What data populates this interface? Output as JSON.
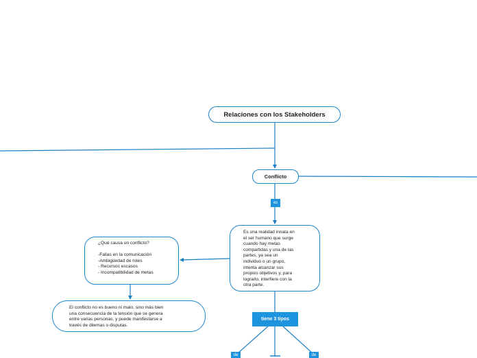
{
  "map": {
    "root": "Relaciones con los Stakeholders",
    "conflicto": "Conflicto",
    "es_label": "es",
    "definition": "Es una realidad innata en\nel ser humano que surge\ncuando hay metas\ncompartidas y una de las\npartes, ya sea un\nindividuo o un grupo,\nintenta alcanzar sus\npropios objetivos y, para\nlograrlo, interfiere con la\notra parte.",
    "causes": "¿Qué causa un conflicto?\n\n-Fallas en la comunicación\n-Ambigüedad de roles\n- Recursos escasos\n- Incompatibilidad de metas",
    "note": "El conflicto no es bueno ni malo, sino más bien\nuna consecuencia de la tensión que se genera\nentre varias personas, y puede manifestarse a\ntravés de dilemas o disputas.",
    "tiene_label": "tiene 3 tipos",
    "de_left": "de",
    "de_right": "de"
  },
  "colors": {
    "border": "#1d84c8",
    "connector": "#1b7fc4",
    "tag_fill": "#1e93de"
  }
}
